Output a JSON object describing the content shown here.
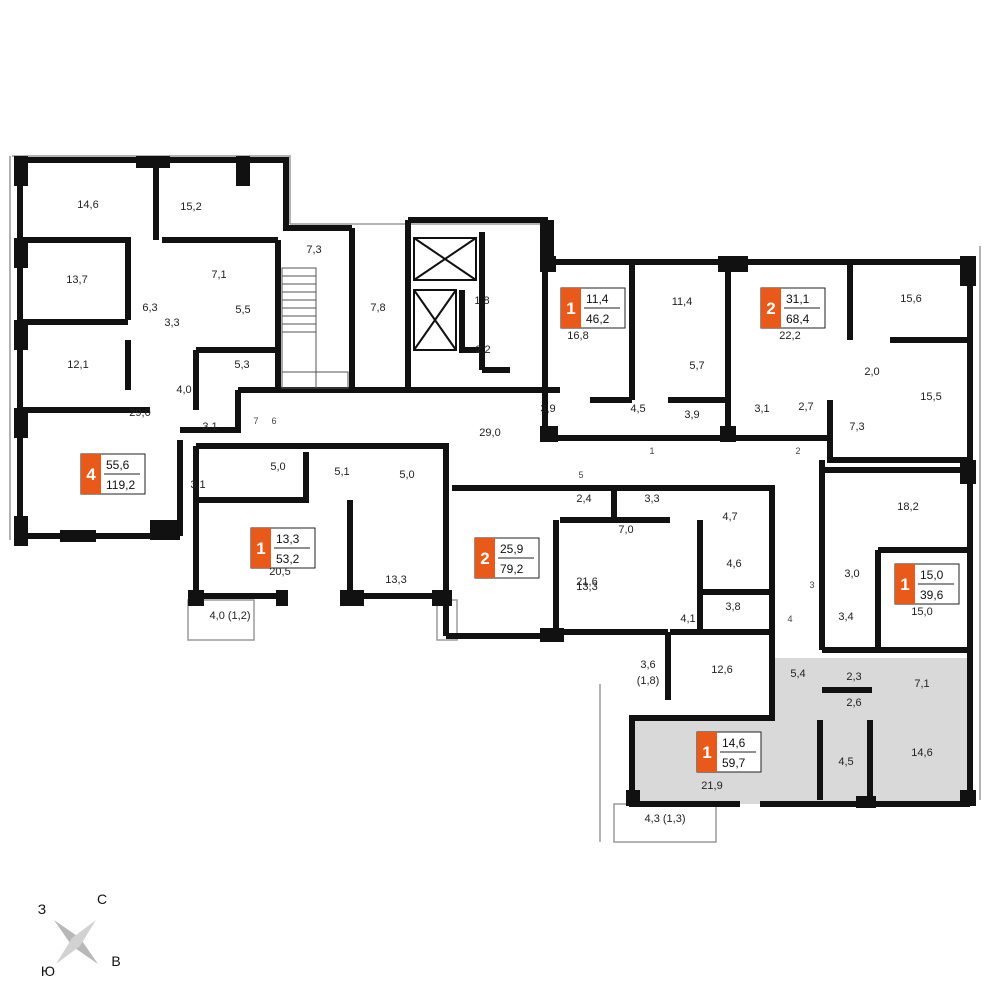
{
  "colors": {
    "wall": "#111111",
    "badge": "#e8591a",
    "highlight": "#d9d9d9",
    "thin": "#9a9a9a"
  },
  "apartments": [
    {
      "rooms": "4",
      "living": "55,6",
      "total": "119,2"
    },
    {
      "rooms": "1",
      "living": "13,3",
      "total": "53,2"
    },
    {
      "rooms": "1",
      "living": "11,4",
      "total": "46,2"
    },
    {
      "rooms": "2",
      "living": "31,1",
      "total": "68,4"
    },
    {
      "rooms": "2",
      "living": "25,9",
      "total": "79,2"
    },
    {
      "rooms": "1",
      "living": "15,0",
      "total": "39,6"
    },
    {
      "rooms": "1",
      "living": "14,6",
      "total": "59,7"
    }
  ],
  "areas": [
    "14,6",
    "15,2",
    "7,3",
    "13,7",
    "7,1",
    "6,3",
    "5,5",
    "3,3",
    "7,8",
    "1,8",
    "12,1",
    "5,3",
    "2,2",
    "4,0",
    "3,1",
    "29,0",
    "3,1",
    "5,0",
    "5,1",
    "5,0",
    "29,0",
    "20,5",
    "13,3",
    "4,0 (1,2)",
    "16,8",
    "11,4",
    "3,9",
    "4,5",
    "3,9",
    "5,7",
    "22,2",
    "15,6",
    "3,1",
    "2,7",
    "2,0",
    "7,3",
    "15,5",
    "2,4",
    "3,3",
    "4,7",
    "7,0",
    "21,6",
    "13,3",
    "4,6",
    "3,8",
    "4,1",
    "18,2",
    "3,0",
    "15,0",
    "3,4",
    "3,6",
    "(1,8)",
    "12,6",
    "5,4",
    "2,3",
    "7,1",
    "2,6",
    "21,9",
    "4,5",
    "14,6",
    "4,3 (1,3)"
  ],
  "doors": [
    "7",
    "6",
    "5",
    "1",
    "2",
    "3",
    "4"
  ],
  "compass": {
    "north": "С",
    "west": "З",
    "south": "Ю",
    "east": "В"
  }
}
